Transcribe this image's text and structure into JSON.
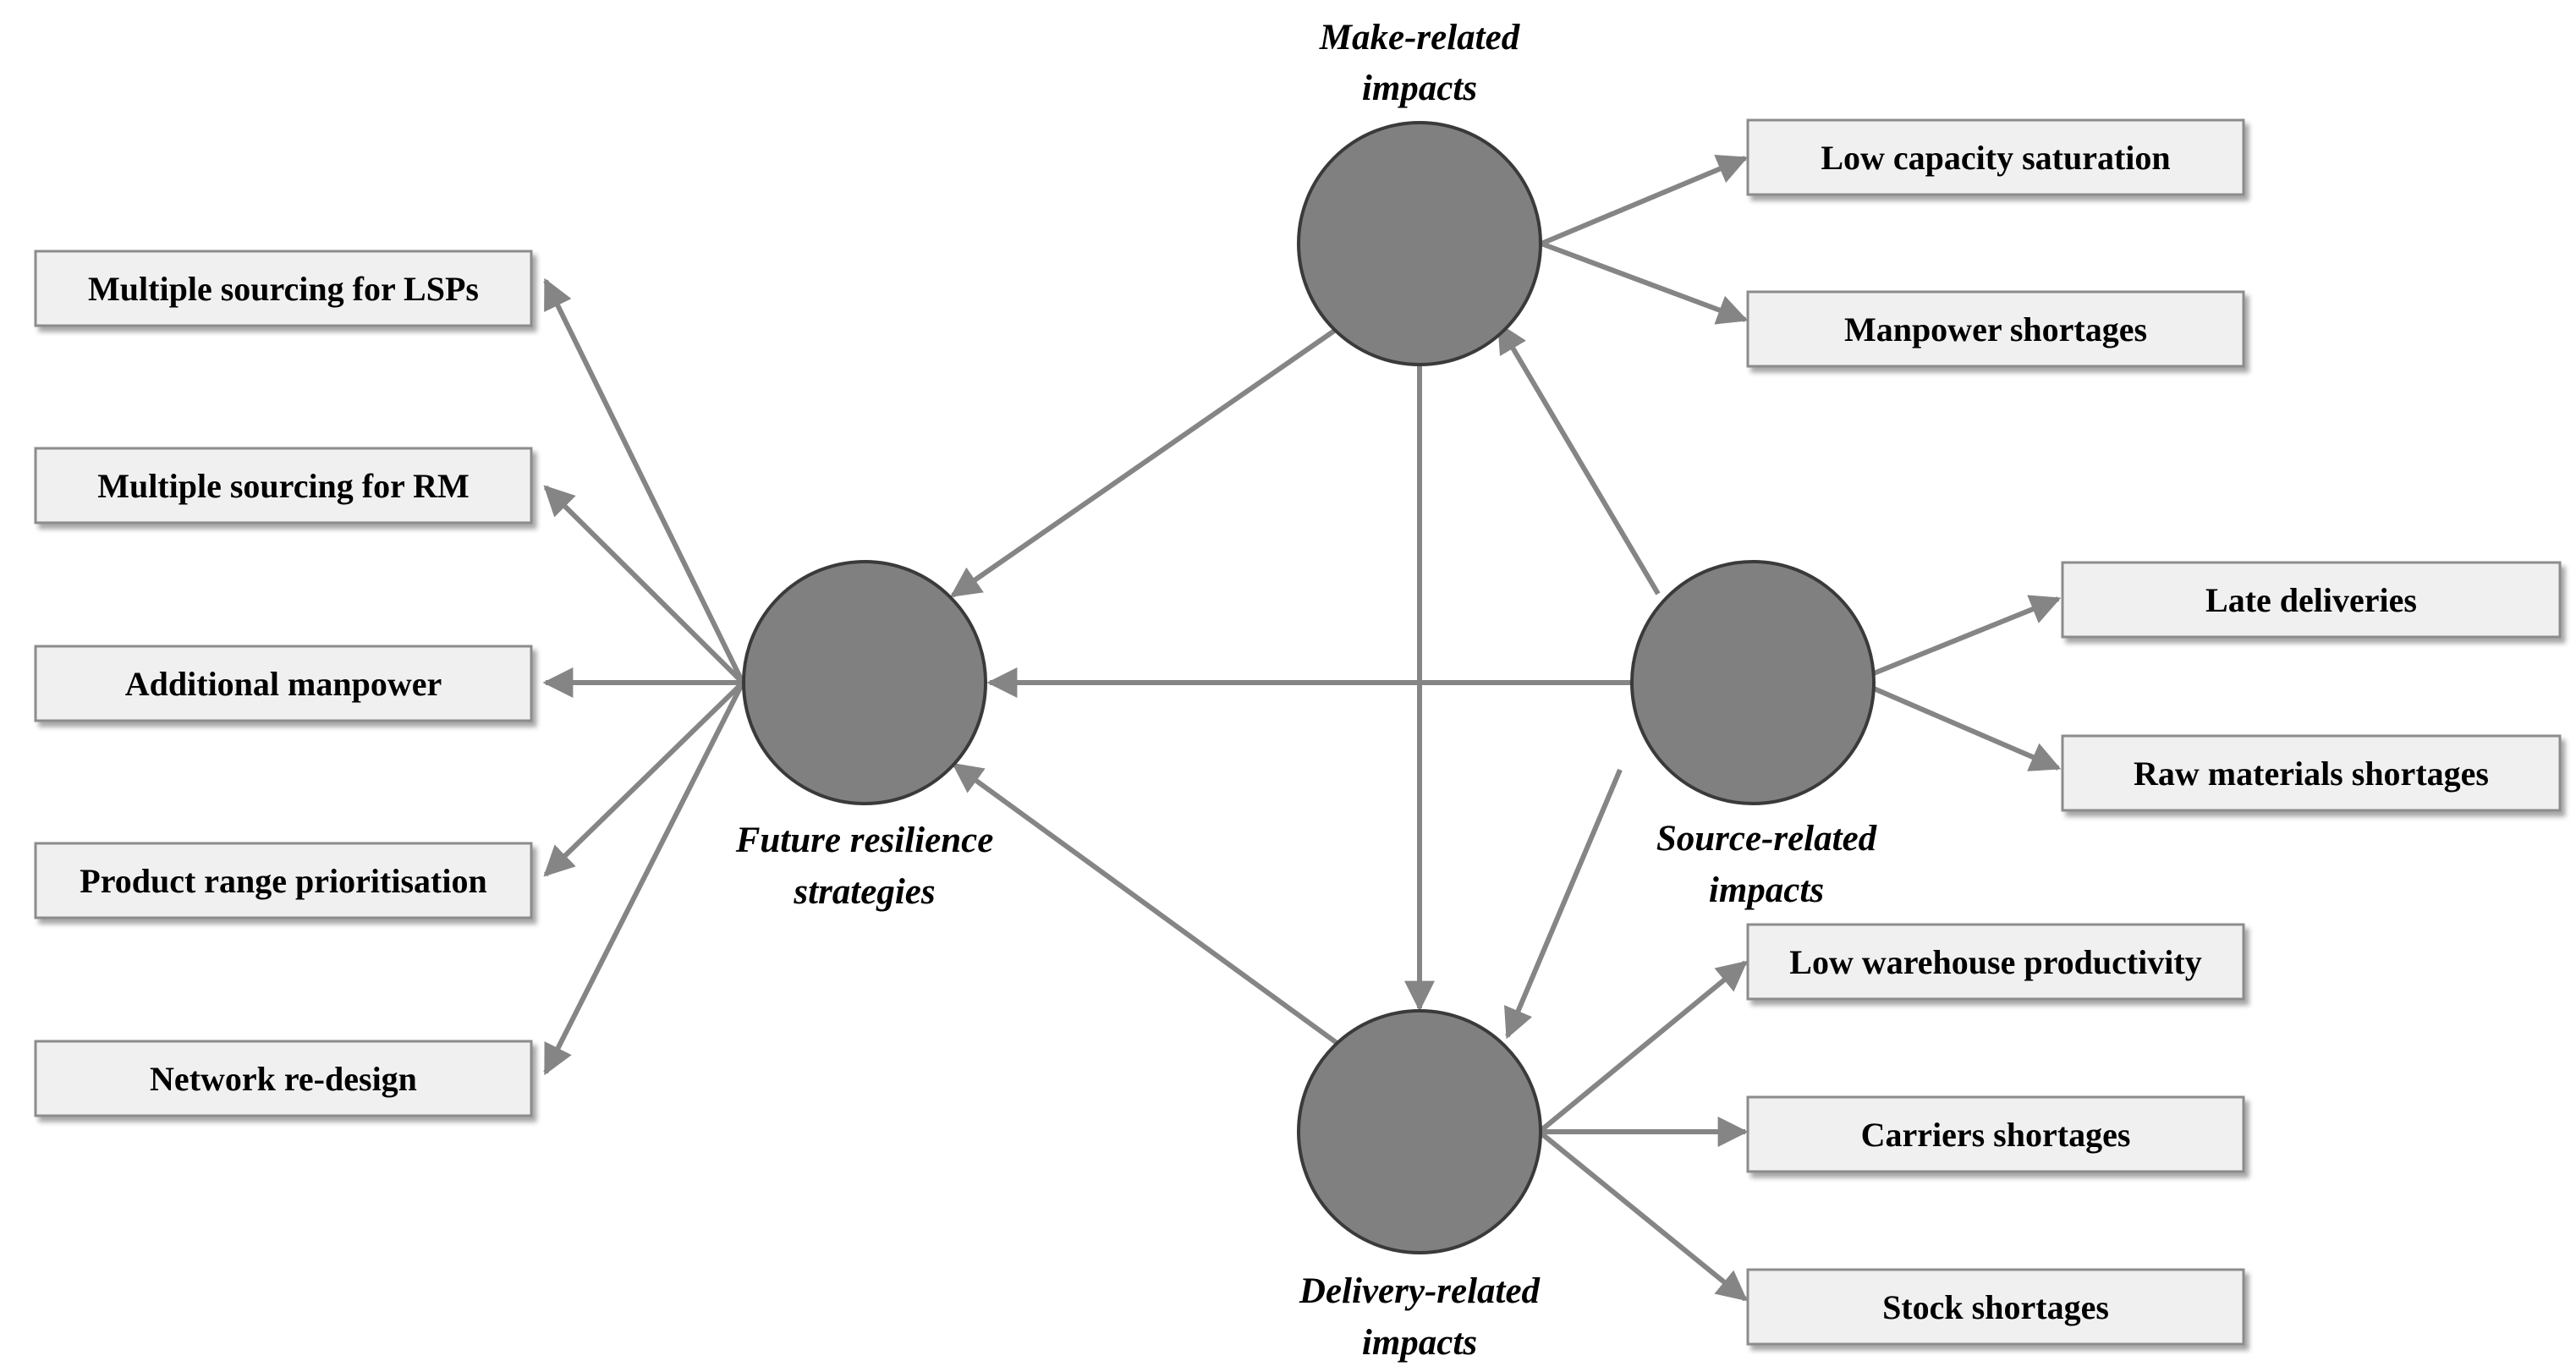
{
  "colors": {
    "circle_fill": "#808080",
    "circle_stroke": "#3a3a3a",
    "box_fill": "#f0f0f0",
    "box_stroke": "#8c8c8c",
    "arrow": "#858585",
    "text": "#000000"
  },
  "nodes": {
    "make": {
      "line1": "Make-related",
      "line2": "impacts"
    },
    "future": {
      "line1": "Future resilience",
      "line2": "strategies"
    },
    "source": {
      "line1": "Source-related",
      "line2": "impacts"
    },
    "delivery": {
      "line1": "Delivery-related",
      "line2": "impacts"
    }
  },
  "boxes": {
    "strategies": [
      "Multiple sourcing for LSPs",
      "Multiple sourcing for RM",
      "Additional manpower",
      "Product range prioritisation",
      "Network re-design"
    ],
    "make_impacts": [
      "Low capacity saturation",
      "Manpower shortages"
    ],
    "source_impacts": [
      "Late deliveries",
      "Raw materials shortages"
    ],
    "delivery_impacts": [
      "Low warehouse productivity",
      "Carriers shortages",
      "Stock shortages"
    ]
  }
}
